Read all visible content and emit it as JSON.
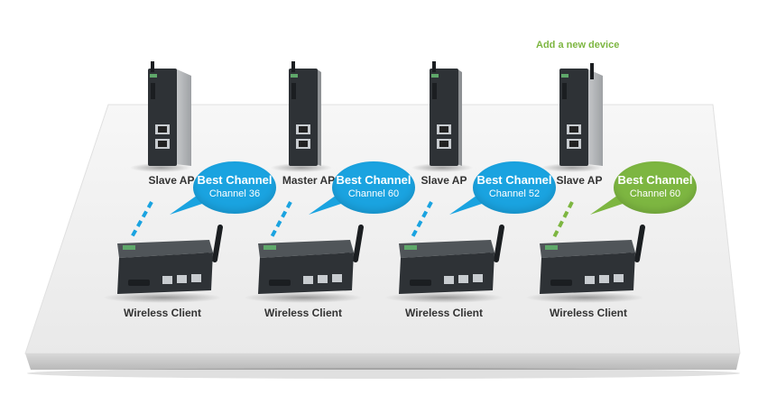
{
  "diagram": {
    "add_new_device": "Add a new device",
    "colors": {
      "blue": "#1aa3e0",
      "green": "#7db641",
      "device": "#2e3236",
      "platform": "#f2f2f2"
    },
    "icons": [
      "access-point-icon",
      "wireless-client-icon",
      "antenna-icon"
    ],
    "access_points": [
      {
        "label": "Slave AP"
      },
      {
        "label": "Master AP"
      },
      {
        "label": "Slave AP"
      },
      {
        "label": "Slave AP"
      }
    ],
    "clients": [
      {
        "label": "Wireless Client"
      },
      {
        "label": "Wireless Client"
      },
      {
        "label": "Wireless Client"
      },
      {
        "label": "Wireless Client"
      }
    ],
    "bubbles": [
      {
        "title": "Best Channel",
        "channel": "Channel 36",
        "color": "#1aa3e0"
      },
      {
        "title": "Best Channel",
        "channel": "Channel 60",
        "color": "#1aa3e0"
      },
      {
        "title": "Best Channel",
        "channel": "Channel 52",
        "color": "#1aa3e0"
      },
      {
        "title": "Best Channel",
        "channel": "Channel 60",
        "color": "#7db641"
      }
    ]
  }
}
